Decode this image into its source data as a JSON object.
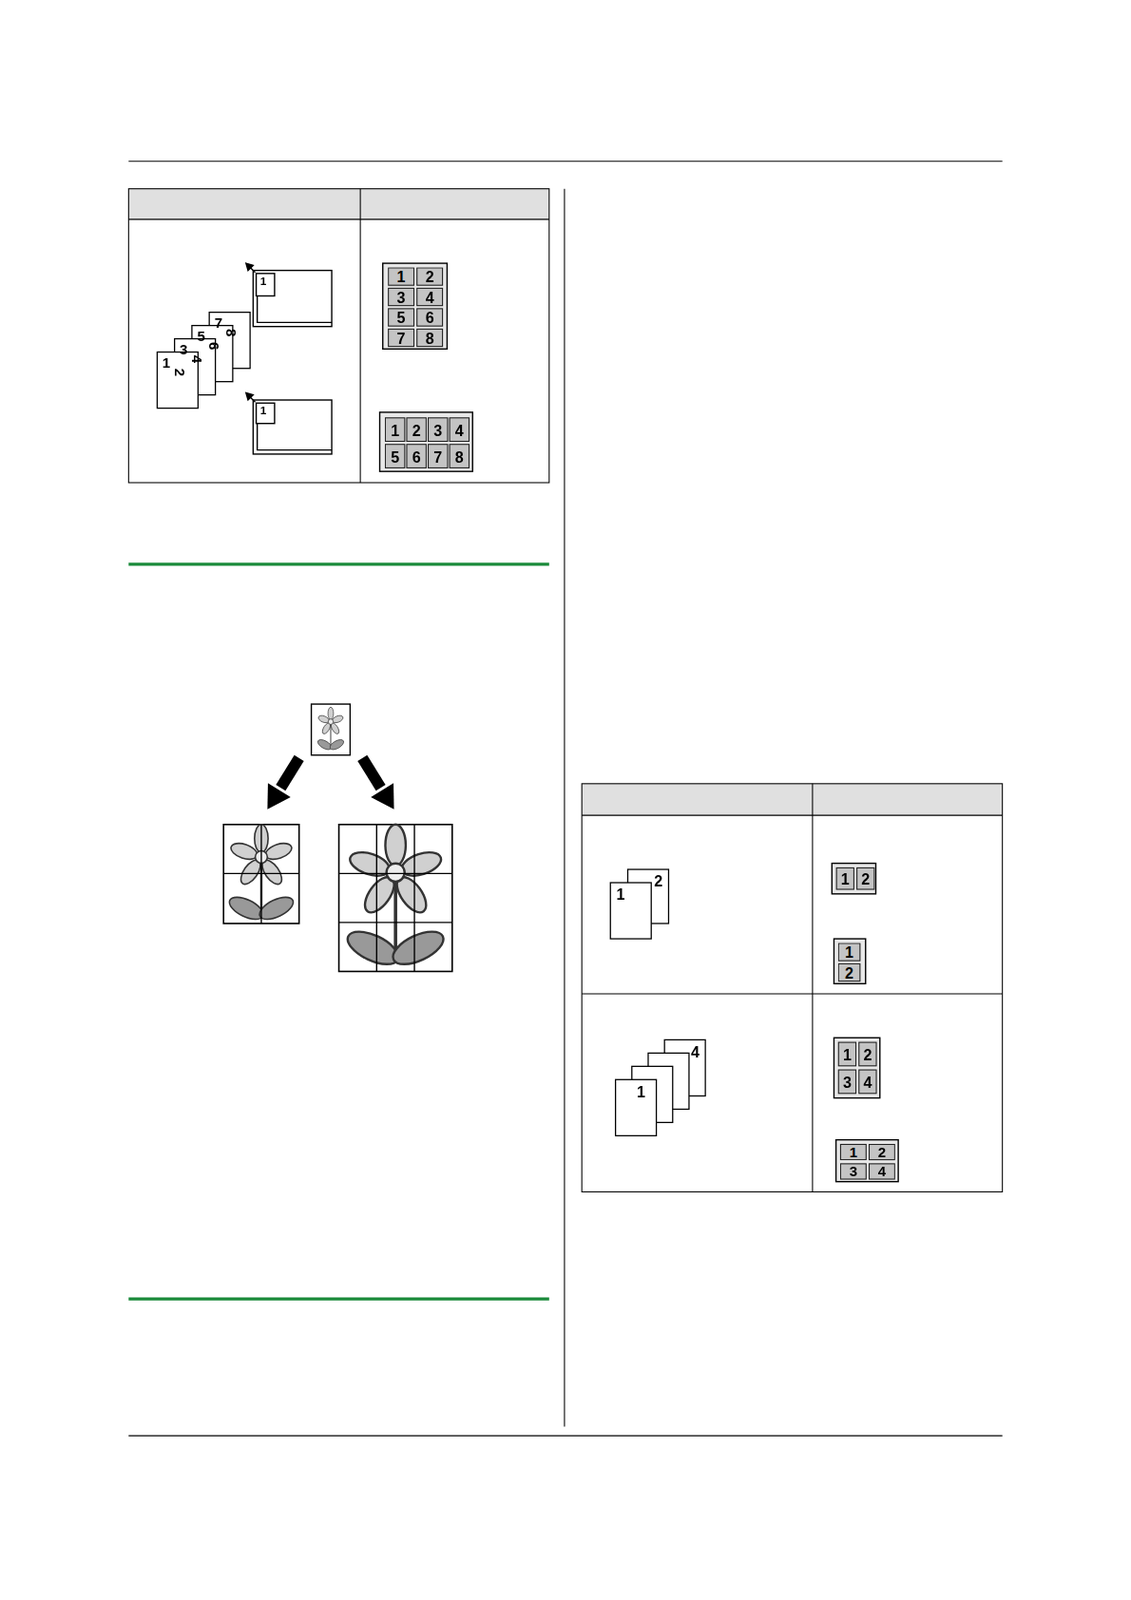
{
  "diagram": {
    "labels": [
      "1",
      "2",
      "3",
      "4",
      "5",
      "6",
      "7",
      "8",
      "1",
      "1",
      "1",
      "2",
      "3",
      "4",
      "5",
      "6",
      "7",
      "8",
      "1",
      "2",
      "3",
      "4",
      "5",
      "6",
      "7",
      "8",
      "1",
      "2",
      "1",
      "2",
      "1",
      "2",
      "1",
      "4",
      "1",
      "2",
      "3",
      "4",
      "1",
      "2",
      "3",
      "4"
    ]
  }
}
